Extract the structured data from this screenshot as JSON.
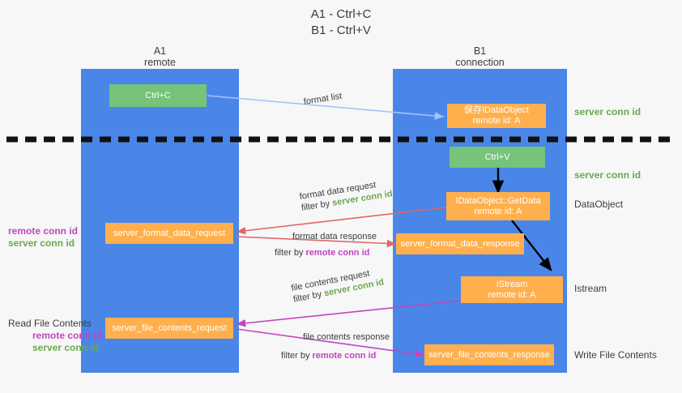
{
  "title": {
    "line1": "A1 - Ctrl+C",
    "line2": "B1 - Ctrl+V"
  },
  "lanes": [
    {
      "name": "A1",
      "sub": "remote",
      "color": "#4a86e8"
    },
    {
      "name": "B1",
      "sub": "connection",
      "color": "#4a86e8"
    }
  ],
  "nodes": {
    "ctrl_c": {
      "l1": "Ctrl+C",
      "l2": "",
      "color": "#76c37a"
    },
    "save_idataobject": {
      "l1": "保存IDataObject",
      "l2": "remote id: A",
      "color": "#ffb04d"
    },
    "ctrl_v": {
      "l1": "Ctrl+V",
      "l2": "",
      "color": "#76c37a"
    },
    "getdata": {
      "l1": "IDataObject::GetData",
      "l2": "remote id: A",
      "color": "#ffb04d"
    },
    "server_format_data_request": {
      "l1": "server_format_data_request",
      "l2": "",
      "color": "#ffb04d"
    },
    "server_format_data_response": {
      "l1": "server_format_data_response",
      "l2": "",
      "color": "#ffb04d"
    },
    "istream": {
      "l1": "IStream",
      "l2": "remote id: A",
      "color": "#ffb04d"
    },
    "server_file_contents_request": {
      "l1": "server_file_contents_request",
      "l2": "",
      "color": "#ffb04d"
    },
    "server_file_contents_response": {
      "l1": "server_file_contents_response",
      "l2": "",
      "color": "#ffb04d"
    }
  },
  "right_labels": {
    "server_conn_id_top": "server conn id",
    "server_conn_id_mid": "server conn id",
    "dataobject": "DataObject",
    "istream": "Istream",
    "write_file_contents": "Write File Contents"
  },
  "left_labels": {
    "remote_conn_id_1": "remote conn id",
    "server_conn_id_1": "server conn id",
    "read_file_contents": "Read File Contents",
    "remote_conn_id_2": "remote conn id",
    "server_conn_id_2": "server conn id"
  },
  "edges": {
    "format_list": {
      "text": "format list",
      "color": "#9fc5f8"
    },
    "format_data_request": {
      "line1": "format data request",
      "prefix": "filter by ",
      "tag": "server conn id",
      "tag_color": "#6aa84f",
      "color": "#e06666"
    },
    "format_data_response": {
      "line1": "format data response",
      "prefix": "filter by ",
      "tag": "remote conn id",
      "tag_color": "#c145c1",
      "color": "#e06666"
    },
    "file_contents_request": {
      "line1": "file contents request",
      "prefix": "filter by ",
      "tag": "server conn id",
      "tag_color": "#6aa84f",
      "color": "#c145c1"
    },
    "file_contents_response": {
      "line1": "file contents response",
      "prefix": "filter by ",
      "tag": "remote conn id",
      "tag_color": "#c145c1",
      "color": "#c145c1"
    }
  },
  "colors": {
    "lane": "#4a86e8",
    "green_node": "#76c37a",
    "orange_node": "#ffb04d",
    "divider": "#000000",
    "background": "#f7f7f7"
  }
}
